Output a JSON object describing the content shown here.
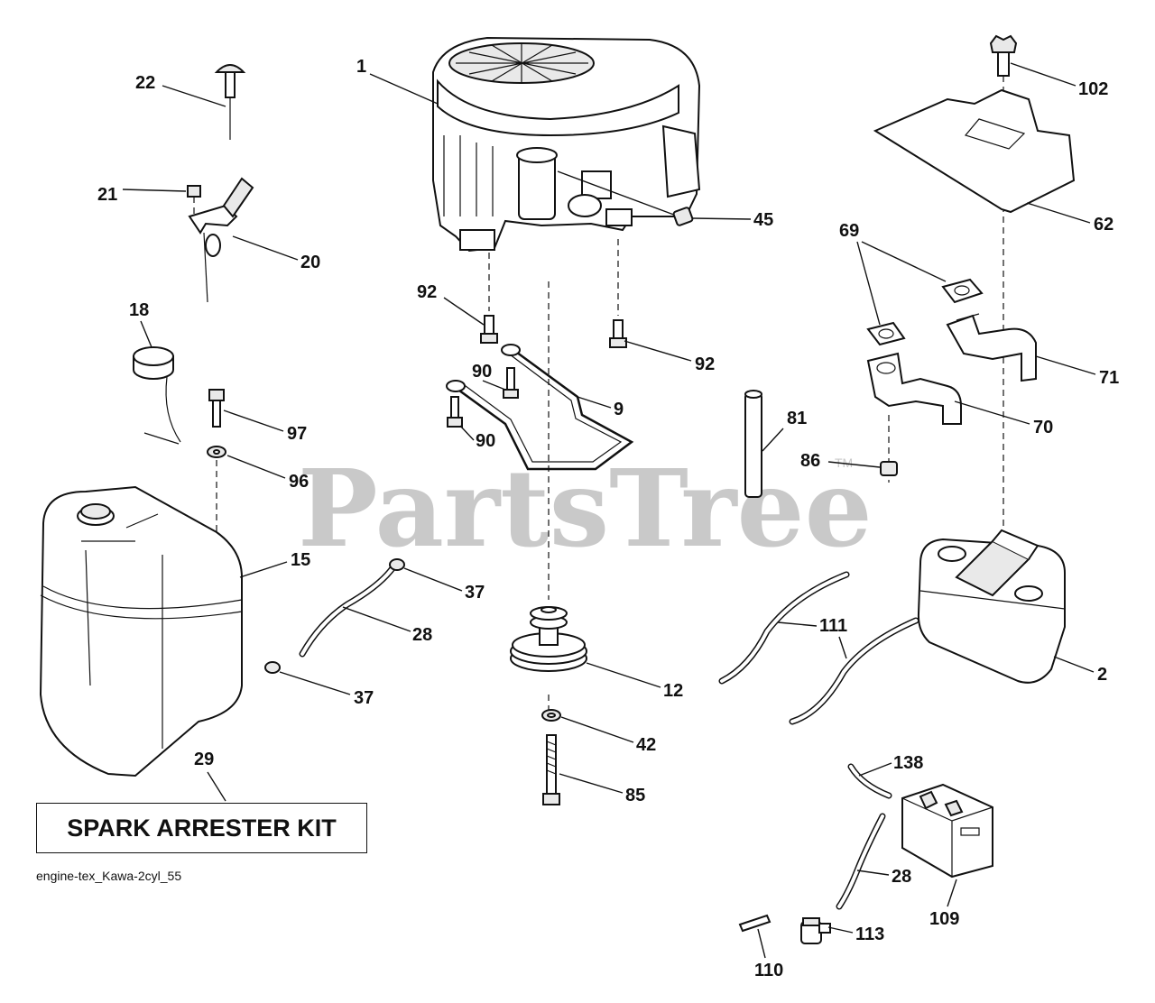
{
  "watermark": {
    "text": "PartsTree",
    "tm": "TM"
  },
  "kit_label": "SPARK ARRESTER KIT",
  "diagram_code": "engine-tex_Kawa-2cyl_55",
  "callouts": {
    "c1": "1",
    "c2": "2",
    "c9": "9",
    "c12": "12",
    "c15": "15",
    "c18": "18",
    "c20": "20",
    "c21": "21",
    "c22": "22",
    "c28a": "28",
    "c28b": "28",
    "c29": "29",
    "c37a": "37",
    "c37b": "37",
    "c42": "42",
    "c45": "45",
    "c62": "62",
    "c69": "69",
    "c70": "70",
    "c71": "71",
    "c81": "81",
    "c85": "85",
    "c86": "86",
    "c90a": "90",
    "c90b": "90",
    "c92a": "92",
    "c92b": "92",
    "c96": "96",
    "c97": "97",
    "c102": "102",
    "c109": "109",
    "c110": "110",
    "c111": "111",
    "c113": "113",
    "c138": "138"
  }
}
